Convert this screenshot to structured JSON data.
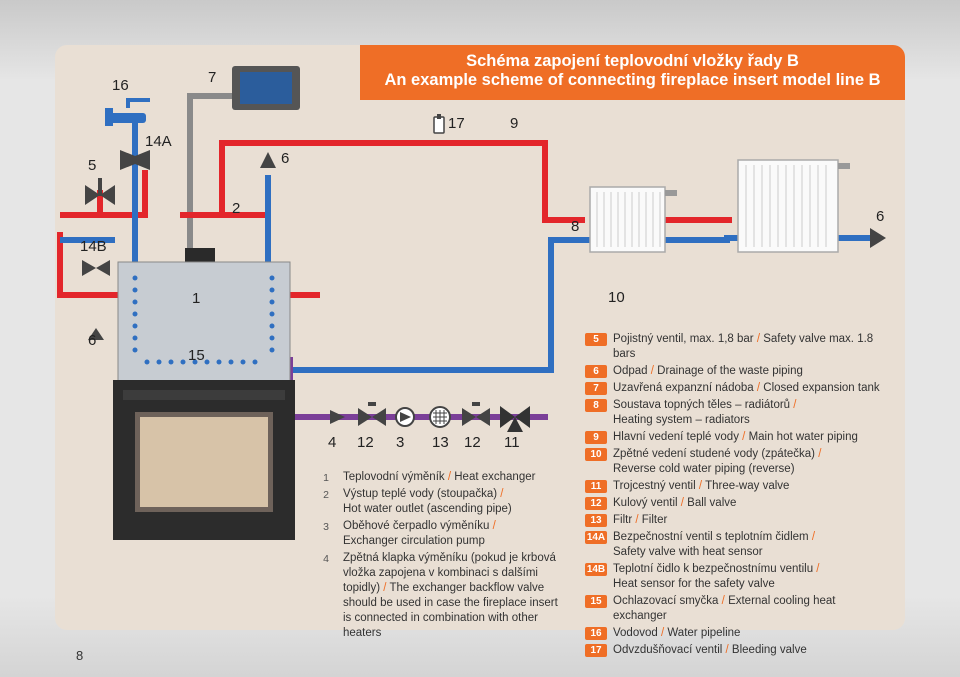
{
  "title": {
    "line1": "Schéma zapojení teplovodní vložky řady B",
    "line2": "An example scheme of connecting fireplace insert model line B"
  },
  "labels": {
    "l16": "16",
    "l7": "7",
    "l14a": "14A",
    "l5": "5",
    "l6a": "6",
    "l17": "17",
    "l9": "9",
    "l2": "2",
    "l8": "8",
    "l6b": "6",
    "l14b": "14B",
    "l1": "1",
    "l10": "10",
    "l6c": "6",
    "l15": "15",
    "l4": "4",
    "l12a": "12",
    "l3": "3",
    "l13": "13",
    "l12b": "12",
    "l11": "11"
  },
  "legend_left": [
    {
      "key": "1",
      "cz": "Teplovodní výměník",
      "en": "Heat exchanger"
    },
    {
      "key": "2",
      "cz": "Výstup teplé vody (stoupačka)",
      "en": "Hot water outlet (ascending pipe)"
    },
    {
      "key": "3",
      "cz": "Oběhové čerpadlo výměníku",
      "en": "Exchanger circulation pump"
    },
    {
      "key": "4",
      "cz": "Zpětná klapka výměníku (pokud je krbová vložka zapojena v kombinaci s dalšími topidly)",
      "en": "The exchanger backflow valve should be used in case the fireplace insert is connected in combination with other heaters"
    }
  ],
  "legend_right": [
    {
      "key": "5",
      "cz": "Pojistný ventil, max. 1,8 bar",
      "en": "Safety valve max. 1.8 bars"
    },
    {
      "key": "6",
      "cz": "Odpad",
      "en": "Drainage of the waste piping"
    },
    {
      "key": "7",
      "cz": "Uzavřená expanzní nádoba",
      "en": "Closed expansion tank"
    },
    {
      "key": "8",
      "cz": "Soustava topných těles – radiátorů",
      "en": "Heating system – radiators"
    },
    {
      "key": "9",
      "cz": "Hlavní vedení teplé vody",
      "en": "Main hot water piping"
    },
    {
      "key": "10",
      "cz": "Zpětné vedení studené vody (zpátečka)",
      "en": "Reverse cold water piping (reverse)"
    },
    {
      "key": "11",
      "cz": "Trojcestný ventil",
      "en": "Three-way valve"
    },
    {
      "key": "12",
      "cz": "Kulový ventil",
      "en": "Ball valve"
    },
    {
      "key": "13",
      "cz": "Filtr",
      "en": "Filter"
    },
    {
      "key": "14A",
      "cz": "Bezpečnostní ventil s teplotním čidlem",
      "en": "Safety valve with heat sensor"
    },
    {
      "key": "14B",
      "cz": "Teplotní čidlo k bezpečnostnímu ventilu",
      "en": "Heat sensor for the safety valve"
    },
    {
      "key": "15",
      "cz": "Ochlazovací smyčka",
      "en": "External cooling heat exchanger"
    },
    {
      "key": "16",
      "cz": "Vodovod",
      "en": "Water pipeline"
    },
    {
      "key": "17",
      "cz": "Odvzdušňovací ventil",
      "en": "Bleeding valve"
    }
  ],
  "page_number": "8",
  "colors": {
    "accent": "#ef6e26",
    "hot_pipe": "#e3262b",
    "cold_pipe": "#2f6fc1",
    "loop_pipe": "#7b3f98",
    "grey_pipe": "#8a8a8a",
    "panel": "#e9dfd4"
  }
}
